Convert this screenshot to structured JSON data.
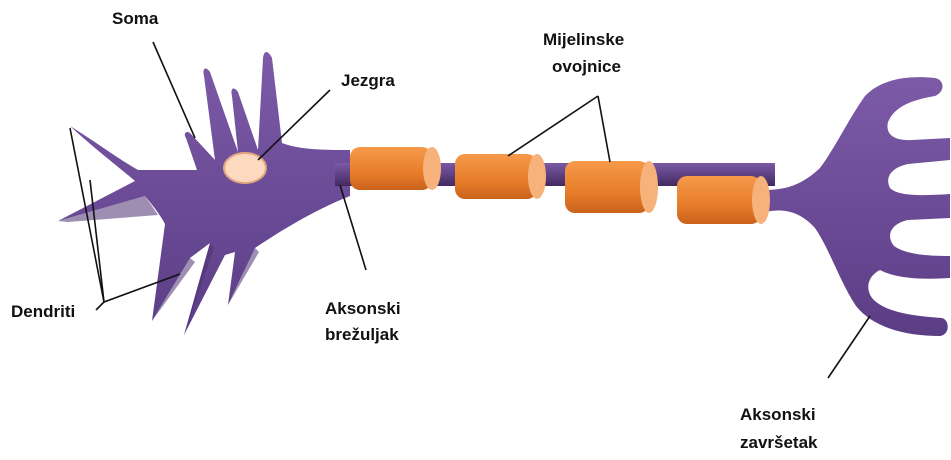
{
  "colors": {
    "neuron_body": "#6e4d98",
    "neuron_shade": "#4b2f6e",
    "myelin": "#ee8a3a",
    "myelin_end": "#f6b27a",
    "axon": "#5a3c82",
    "nucleus": "#fcd9bf",
    "leader_line": "#111111"
  },
  "labels": {
    "soma": "Soma",
    "nucleus": "Jezgra",
    "myelin_1": "Mijelinske",
    "myelin_2": "ovojnice",
    "dendrites": "Dendriti",
    "hillock_1": "Aksonski",
    "hillock_2": "brežuljak",
    "terminal_1": "Aksonski",
    "terminal_2": "završetak"
  }
}
